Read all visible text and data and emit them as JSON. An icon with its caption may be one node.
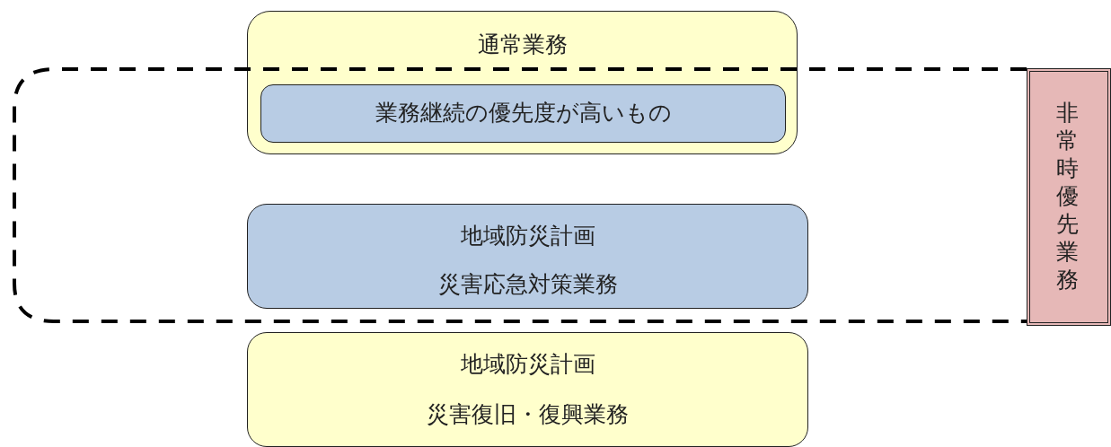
{
  "diagram": {
    "nodes": [
      {
        "text": [
          "通常業務"
        ]
      },
      {
        "text": [
          "業務継続の優先度が高いもの"
        ],
        "in": 0
      },
      {
        "text": [
          "地域防災計画",
          "災害応急対策業務"
        ]
      },
      {
        "text": [
          "地域防災計画",
          "災害復旧・復興業務"
        ]
      },
      {
        "text": [
          "非常時優先業務"
        ]
      }
    ]
  }
}
